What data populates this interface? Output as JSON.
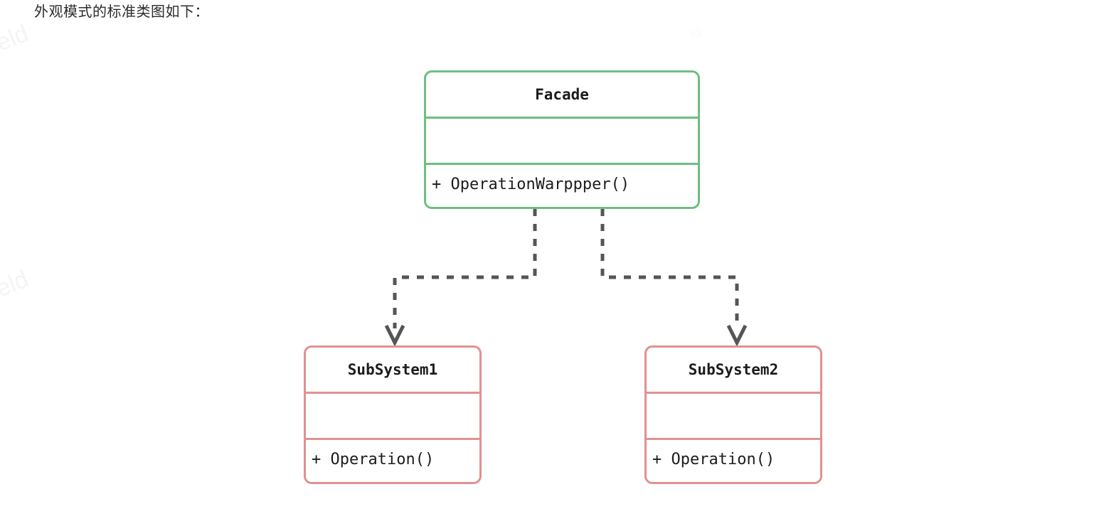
{
  "page": {
    "heading": "外观模式的标准类图如下：",
    "background_color": "#ffffff"
  },
  "watermarks": [
    {
      "text": "celd"
    },
    {
      "text": "celd"
    },
    {
      "text": "ld"
    }
  ],
  "diagram": {
    "type": "uml-class-diagram",
    "pattern": "Facade",
    "colors": {
      "facade_border": "#6cbf80",
      "subsystem_border": "#e19191",
      "connector": "#555555",
      "text": "#1c1c1c",
      "canvas": "#ffffff"
    },
    "classes": [
      {
        "id": "facade",
        "name": "Facade",
        "attributes": [],
        "methods": [
          "+ OperationWarppper()"
        ],
        "border_color": "#6cbf80",
        "role": "facade"
      },
      {
        "id": "subsystem1",
        "name": "SubSystem1",
        "attributes": [],
        "methods": [
          "+ Operation()"
        ],
        "border_color": "#e19191",
        "role": "subsystem"
      },
      {
        "id": "subsystem2",
        "name": "SubSystem2",
        "attributes": [],
        "methods": [
          "+ Operation()"
        ],
        "border_color": "#e19191",
        "role": "subsystem"
      }
    ],
    "relationships": [
      {
        "id": "rel-facade-sub1",
        "from": "facade",
        "to": "subsystem1",
        "style": "dashed",
        "arrow": "open-v",
        "kind": "dependency"
      },
      {
        "id": "rel-facade-sub2",
        "from": "facade",
        "to": "subsystem2",
        "style": "dashed",
        "arrow": "open-v",
        "kind": "dependency"
      }
    ]
  }
}
